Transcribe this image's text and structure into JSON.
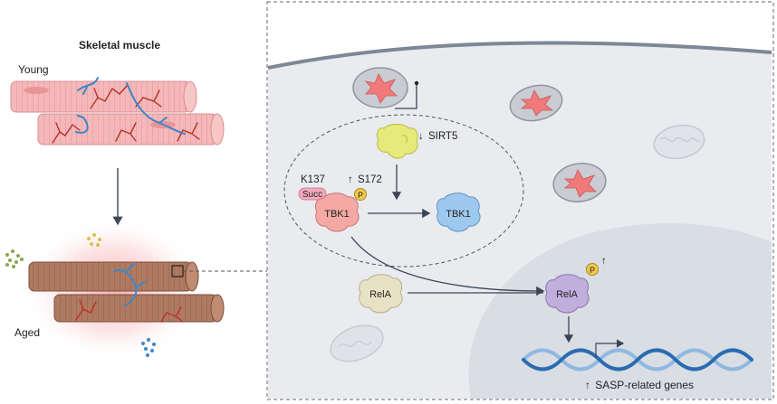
{
  "left_panel": {
    "title": "Skeletal muscle",
    "young_label": "Young",
    "aged_label": "Aged"
  },
  "mechanism": {
    "sirt5": {
      "text": "SIRT5",
      "arrow": "↓"
    },
    "tbk1_left": {
      "text": "TBK1"
    },
    "tbk1_right": {
      "text": "TBK1"
    },
    "k137": {
      "text": "K137"
    },
    "succ": {
      "text": "Succ"
    },
    "s172": {
      "text": "S172",
      "arrow": "↑"
    },
    "phospho_tbk1": {
      "text": "P"
    },
    "rela_left": {
      "text": "RelA"
    },
    "rela_right": {
      "text": "RelA"
    },
    "phospho_rela": {
      "text": "P",
      "arrow": "↑"
    },
    "sasp": {
      "text": "SASP-related genes",
      "arrow": "↑"
    }
  },
  "colors": {
    "muscle_young": "#f4b8ba",
    "muscle_aged": "#b07a62",
    "capillary": "#b8302a",
    "nerve": "#3e86c6",
    "glow": "#f07070",
    "cell_bg": "#e9ebef",
    "nucleus_bg": "#d9dde4",
    "mitochondria": "#c9ccd2",
    "mito_damage": "#f07a7a",
    "sirt5": "#e6ea7a",
    "tbk1_left": "#f4a9a4",
    "tbk1_right": "#9ec9ee",
    "rela_left": "#e8e1c6",
    "rela_right": "#c0aedc",
    "phospho": "#f2c94c",
    "succ": "#f4a9bd",
    "arrow": "#3a4555",
    "dna_dark": "#2b6cb0",
    "dna_light": "#8fb8e0"
  }
}
